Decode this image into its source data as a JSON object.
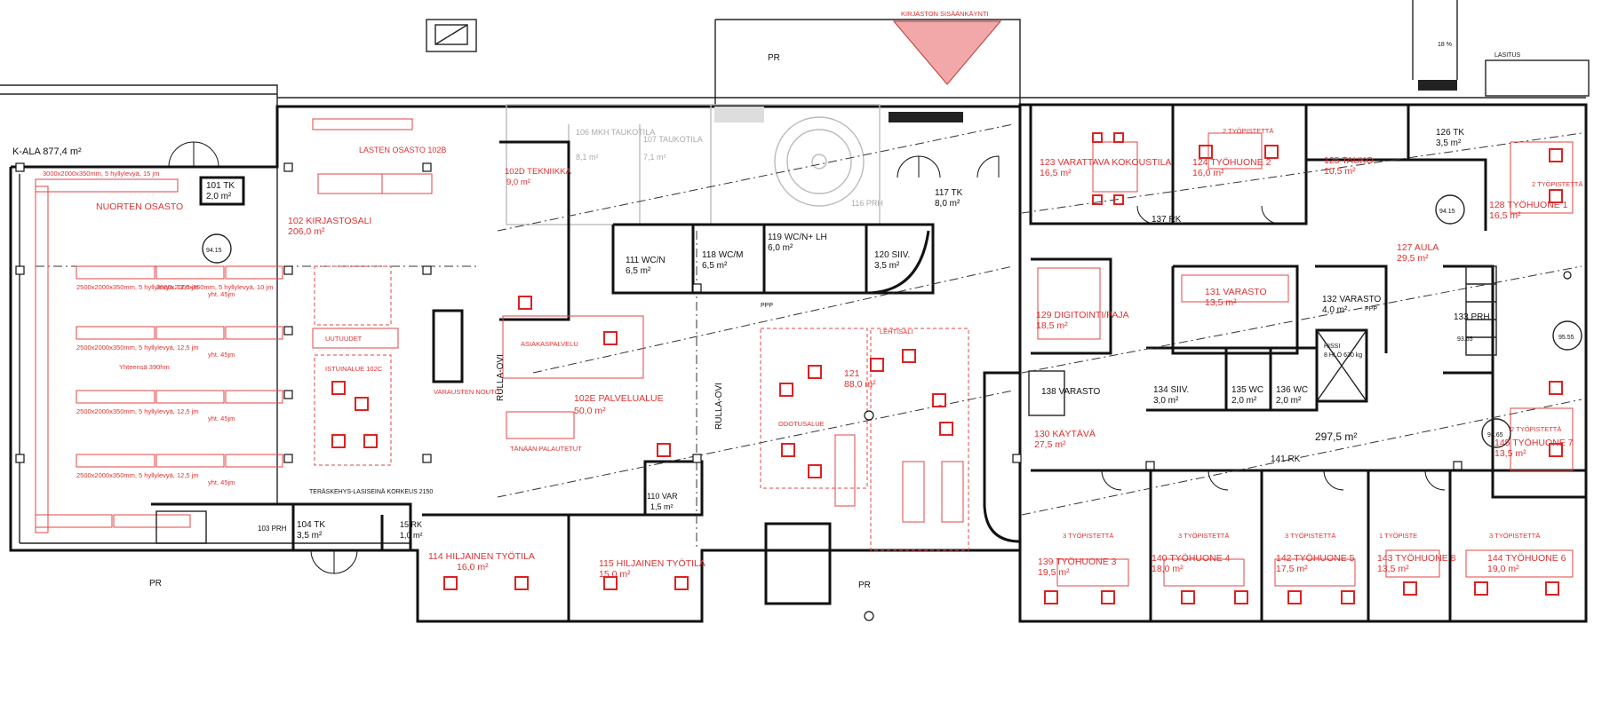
{
  "entrance": {
    "label": "KIRJASTON SISÄÄNKÄYNTI"
  },
  "markers": {
    "pr": "PR",
    "lasitus": "LASITUS",
    "slope": "18 %",
    "kulla_ovi": "RULLA-OVI"
  },
  "area": {
    "label": "K-ALA 877,4 m²",
    "total": "297,5 m²"
  },
  "rooms": [
    {
      "id": "r101",
      "name": "101 TK",
      "area": "2,0 m²"
    },
    {
      "id": "r102",
      "name": "102 KIRJASTOSALI",
      "area": "206,0 m²"
    },
    {
      "id": "r102b",
      "name": "LASTEN OSASTO 102B"
    },
    {
      "id": "r102c",
      "name": "ISTUINALUE 102C"
    },
    {
      "id": "r102d",
      "name": "102D TEKNIIKKA",
      "area": "9,0 m²"
    },
    {
      "id": "r102e",
      "name": "102E PALVELUALUE",
      "area": "50,0 m²"
    },
    {
      "id": "nuoret",
      "name": "NUORTEN OSASTO"
    },
    {
      "id": "r103",
      "name": "103 PRH"
    },
    {
      "id": "r104",
      "name": "104 TK",
      "area": "3,5 m²"
    },
    {
      "id": "r105",
      "name": "15 RK",
      "area": "1,0 m²"
    },
    {
      "id": "r106",
      "name": "106 MKH TAUKOTILA",
      "area": "8,1 m²"
    },
    {
      "id": "r107",
      "name": "107 TAUKOTILA",
      "area": "7,1 m²"
    },
    {
      "id": "r110",
      "name": "110 VAR",
      "area": "1,5 m²"
    },
    {
      "id": "r114",
      "name": "114 HILJAINEN TYÖTILA",
      "area": "16,0 m²"
    },
    {
      "id": "r115",
      "name": "115 HILJAINEN TYÖTILA",
      "area": "15,0 m²"
    },
    {
      "id": "r116",
      "name": "116 PRH"
    },
    {
      "id": "r117",
      "name": "117 TK",
      "area": "8,0 m²"
    },
    {
      "id": "r118",
      "name": "118 WC/M",
      "area": "6,5 m²"
    },
    {
      "id": "r119",
      "name": "119 WC/N+ LH",
      "area": "6,0 m²"
    },
    {
      "id": "r120",
      "name": "120 SIIV.",
      "area": "3,5 m²"
    },
    {
      "id": "r111",
      "name": "111 WC/N",
      "area": "6,5 m²"
    },
    {
      "id": "r121",
      "name": "121",
      "area": "88,0 m²"
    },
    {
      "id": "r123",
      "name": "123 VARATTAVA KOKOUSTILA",
      "area": "16,5 m²"
    },
    {
      "id": "r124",
      "name": "124 TYÖHUONE 2",
      "area": "16,0 m²"
    },
    {
      "id": "r125",
      "name": "125 TAUKO",
      "area": "10,5 m²"
    },
    {
      "id": "r126",
      "name": "126 TK",
      "area": "3,5 m²"
    },
    {
      "id": "r127",
      "name": "127 AULA",
      "area": "29,5 m²"
    },
    {
      "id": "r128",
      "name": "128 TYÖHUONE 1",
      "area": "16,5 m²"
    },
    {
      "id": "r129",
      "name": "129 DIGITOINTI/PAJA",
      "area": "18,5 m²"
    },
    {
      "id": "r130",
      "name": "130 KÄYTÄVÄ",
      "area": "27,5 m²"
    },
    {
      "id": "r131",
      "name": "131 VARASTO",
      "area": "13,5 m²"
    },
    {
      "id": "r132",
      "name": "132 VARASTO",
      "area": "4,0 m²"
    },
    {
      "id": "r133",
      "name": "133 PRH"
    },
    {
      "id": "r134",
      "name": "134 SIIV.",
      "area": "3,0 m²"
    },
    {
      "id": "r135",
      "name": "135 WC",
      "area": "2,0 m²"
    },
    {
      "id": "r136",
      "name": "136 WC",
      "area": "2,0 m²"
    },
    {
      "id": "r137",
      "name": "137 RK"
    },
    {
      "id": "r138",
      "name": "138 VARASTO"
    },
    {
      "id": "r139",
      "name": "139 TYÖHUONE 3",
      "area": "19,5 m²"
    },
    {
      "id": "r140",
      "name": "140 TYÖHUONE 4",
      "area": "18,0 m²"
    },
    {
      "id": "r141",
      "name": "141 RK"
    },
    {
      "id": "r142",
      "name": "142 TYÖHUONE 5",
      "area": "17,5 m²"
    },
    {
      "id": "r143",
      "name": "143 TYÖHUONE 8",
      "area": "13,5 m²"
    },
    {
      "id": "r144",
      "name": "144 TYÖHUONE 6",
      "area": "19,0 m²"
    },
    {
      "id": "r145",
      "name": "145 TYÖHUONE 7",
      "area": "13,5 m²"
    },
    {
      "id": "hissi",
      "name": "HISSI",
      "area": "8 HLÖ 630 kg"
    }
  ],
  "notes": {
    "lehtisali": "LEHTISALI",
    "odotus": "ODOTUSALUE",
    "asiakas": "ASIAKASPALVELU",
    "varausten": "VARAUSTEN NOUTO",
    "uutuudet": "UUTUUDET",
    "tanaan": "TÄNÄÄN PALAUTETUT",
    "yhteensa": "Yhteensä 390hm",
    "shelf_a": "2500x2000x350mm, 5 hyllylevyä, 12,5 jm",
    "shelf_b": "2000x2000x350mm, 5 hyllylevyä, 10 jm",
    "shelf_c": "3000x2000x350mm, 5 hyllylevyä, 15 jm",
    "yht": "yht. 45jm",
    "tyopiste3": "3 TYÖPISTETTÄ",
    "tyopiste2": "2 TYÖPISTETTÄ",
    "tyopiste1": "1 TYÖPISTE",
    "teras": "TERÄSKEHYS-LASISEINÄ KORKEUS 2150",
    "elev1": "94.15",
    "elev2": "93.65",
    "elev3": "95.55",
    "ppp": "PPP"
  }
}
